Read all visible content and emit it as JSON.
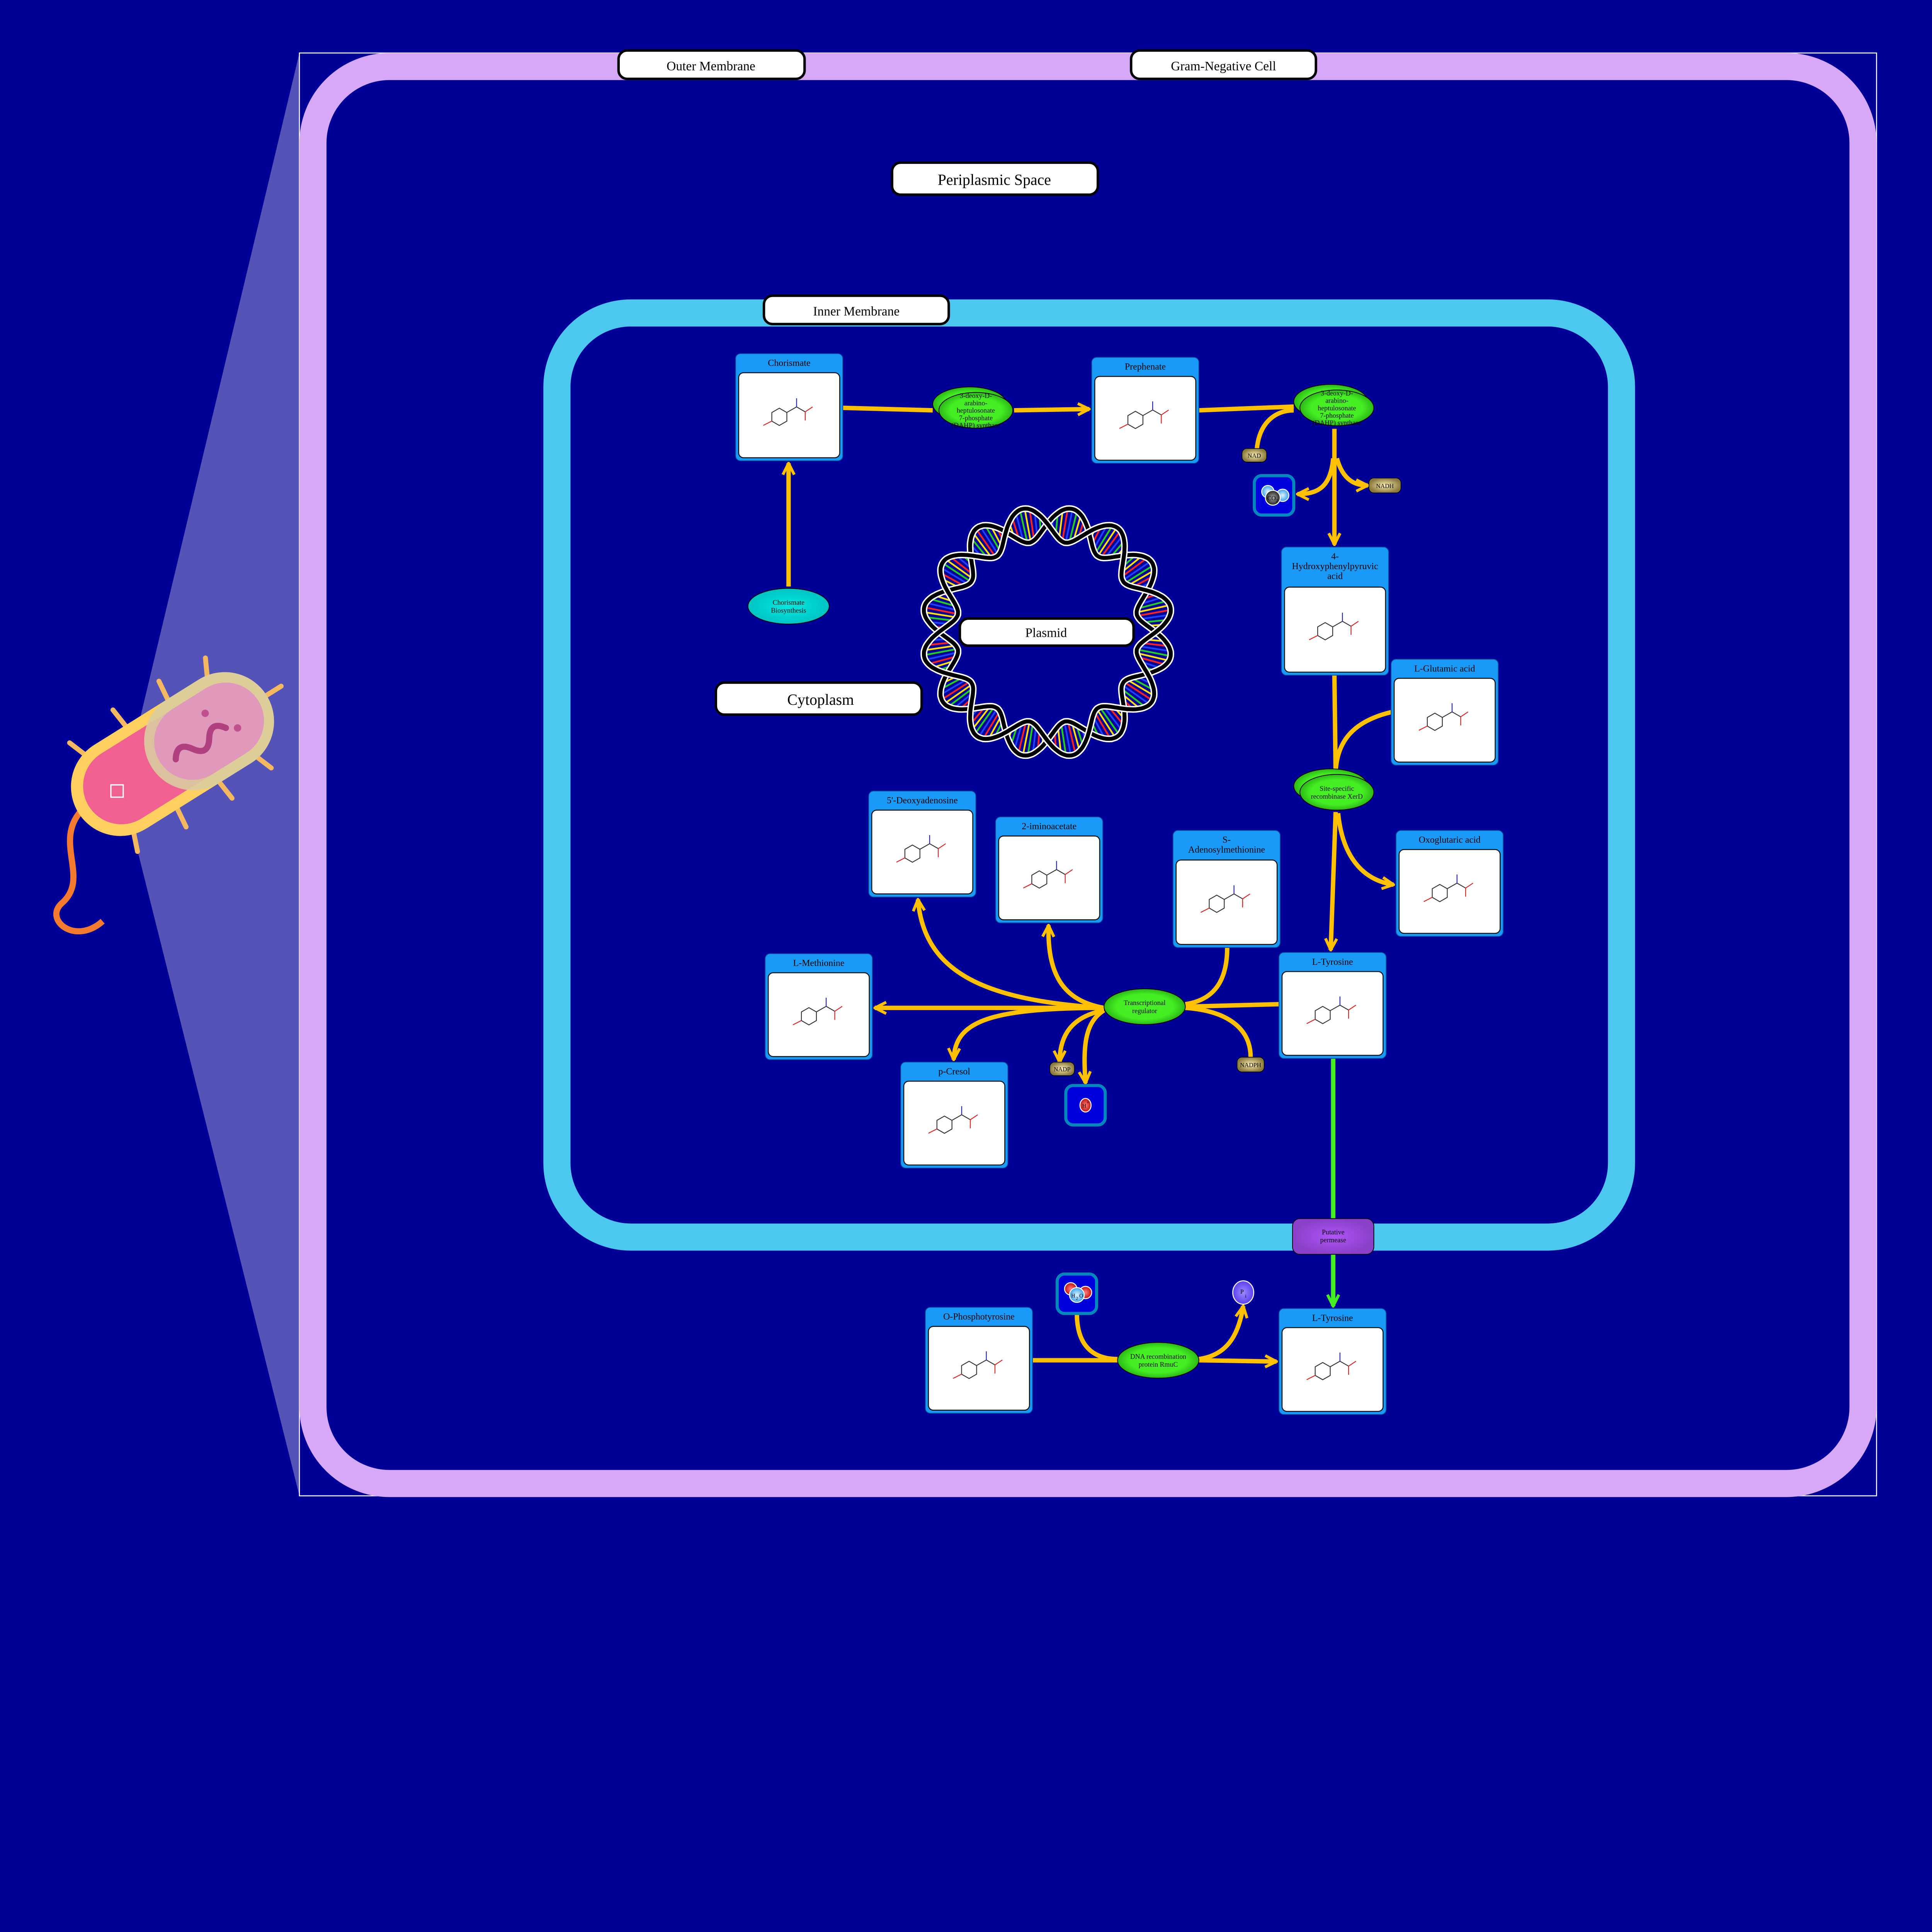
{
  "compartments": {
    "outer_membrane": "Outer Membrane",
    "cell": "Gram-Negative Cell",
    "periplasm": "Periplasmic Space",
    "inner_membrane": "Inner Membrane",
    "cytoplasm": "Cytoplasm",
    "plasmid": "Plasmid"
  },
  "metabolites": {
    "chorismate": "Chorismate",
    "prephenate": "Prephenate",
    "hpp": [
      "4-",
      "Hydroxyphenylpyruvic",
      "acid"
    ],
    "glutamic": "L-Glutamic acid",
    "oxoglutaric": "Oxoglutaric acid",
    "sam": [
      "S-",
      "Adenosylmethionine"
    ],
    "tyrosine": "L-Tyrosine",
    "deoxyadenosine": "5'-Deoxyadenosine",
    "iminoacetate": "2-iminoacetate",
    "methionine": "L-Methionine",
    "cresol": "p-Cresol",
    "phosphotyrosine": "O-Phosphotyrosine",
    "tyrosine_periplasm": "L-Tyrosine"
  },
  "enzymes": {
    "dahp1": [
      "3-deoxy-D-",
      "arabino-",
      "heptulosonate",
      "7-phosphate",
      "(DAHP) synthase"
    ],
    "dahp2": [
      "3-deoxy-D-",
      "arabino-",
      "heptulosonate",
      "7-phosphate",
      "(DAHP) synthase"
    ],
    "chorismate_biosynthesis": [
      "Chorismate",
      "Biosynthesis"
    ],
    "xerd": [
      "Site-specific",
      "recombinase XerD"
    ],
    "transcriptional_regulator": [
      "Transcriptional",
      "regulator"
    ],
    "rmuc": [
      "DNA recombination",
      "protein RmuC"
    ],
    "permease": [
      "Putative",
      "permease"
    ]
  },
  "cofactors": {
    "nad": "NAD",
    "nadh": "NADH",
    "co2": "CO",
    "co2_sub": "2",
    "nadp": "NADP",
    "nadph": "NADPH",
    "h": "H",
    "h_sup": "+",
    "h2o_h": "H",
    "h2o_sub": "2",
    "h2o_o": "O",
    "pi": "P",
    "pi_sub": "i"
  },
  "colors": {
    "background": "#000096",
    "outer_membrane": "#d8a8f8",
    "inner_membrane": "#4cc8f0",
    "edge": "#ffc000",
    "transport_edge": "#44ee22",
    "enzyme": "#44ee22",
    "metabolite_header": "#1a9af8",
    "permease": "#b055f5"
  }
}
